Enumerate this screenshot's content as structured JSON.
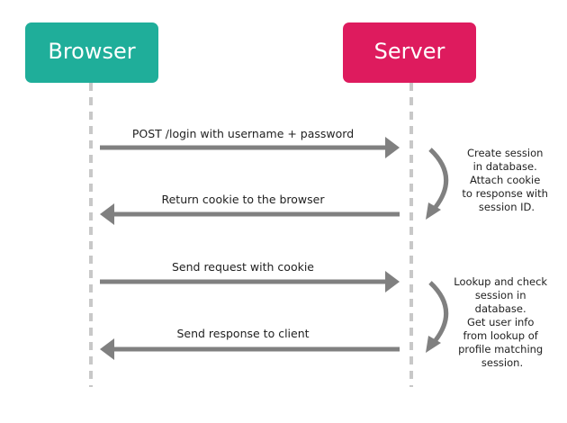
{
  "actors": {
    "browser": {
      "label": "Browser",
      "color": "#1fae9a"
    },
    "server": {
      "label": "Server",
      "color": "#de1b5e"
    }
  },
  "colors": {
    "lifeline": "#c8c8c8",
    "arrow": "#808080",
    "text": "#1f1f1f"
  },
  "messages": [
    {
      "label": "POST /login with username + password",
      "direction": "to-server"
    },
    {
      "label": "Return cookie to the browser",
      "direction": "to-browser"
    },
    {
      "label": "Send request with cookie",
      "direction": "to-server"
    },
    {
      "label": "Send response to client",
      "direction": "to-browser"
    }
  ],
  "notes": [
    {
      "lines": [
        "Create session",
        "in database.",
        "Attach cookie",
        "to response with",
        "session ID."
      ]
    },
    {
      "lines": [
        "Lookup and check",
        "session in",
        "database.",
        "Get user info",
        "from lookup of",
        "profile matching",
        "session."
      ]
    }
  ]
}
